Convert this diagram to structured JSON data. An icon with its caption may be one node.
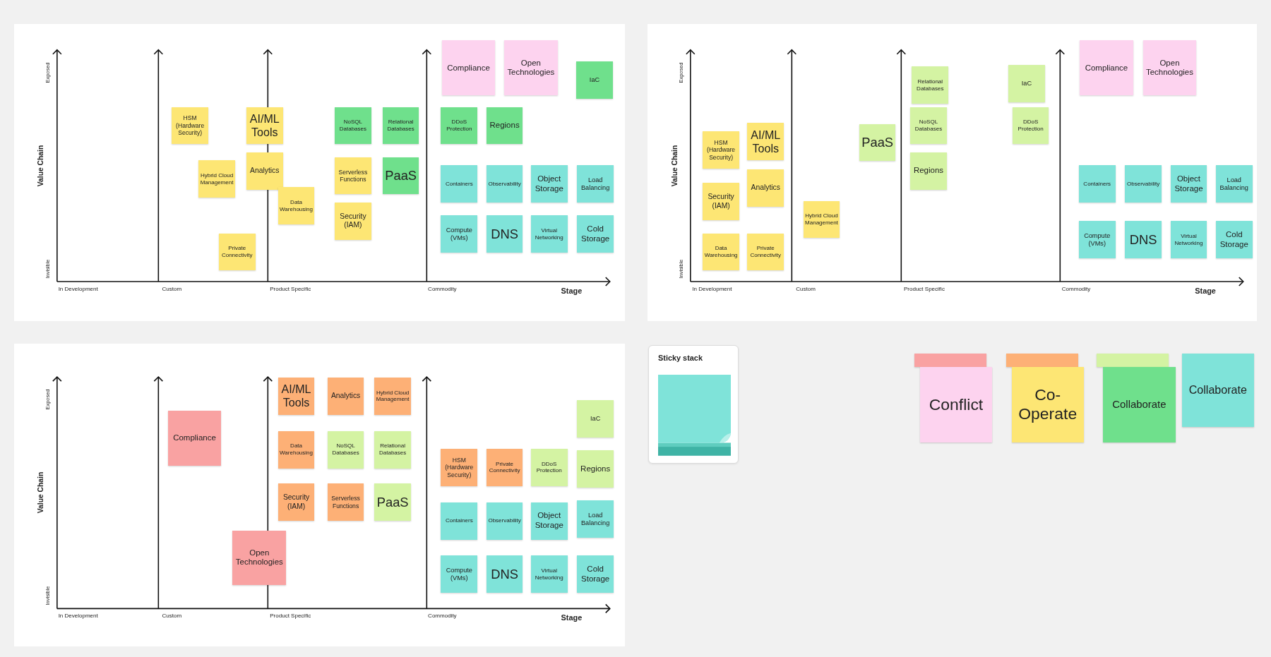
{
  "diagram": {
    "nodes": [
      {
        "text": [],
        "shape": "box"
      },
      {
        "text": [
          "Compliance"
        ],
        "in": 0
      },
      {
        "text": [
          "Open Technologies"
        ],
        "in": 0
      },
      {
        "text": [
          "IaC"
        ],
        "in": 0
      },
      {
        "text": [
          "HSM (Hardware Security)"
        ],
        "in": 0
      },
      {
        "text": [
          "AI/ML Tools"
        ],
        "in": 0
      },
      {
        "text": [
          "NoSQL Databases"
        ],
        "in": 0
      },
      {
        "text": [
          "Relational Databases"
        ],
        "in": 0
      },
      {
        "text": [
          "DDoS Protection"
        ],
        "in": 0
      },
      {
        "text": [
          "Regions"
        ],
        "in": 0
      },
      {
        "text": [
          "Hybrid Cloud Management"
        ],
        "in": 0
      },
      {
        "text": [
          "Analytics"
        ],
        "in": 0
      },
      {
        "text": [
          "Serverless Functions"
        ],
        "in": 0
      },
      {
        "text": [
          "PaaS"
        ],
        "in": 0
      },
      {
        "text": [
          "Containers"
        ],
        "in": 0
      },
      {
        "text": [
          "Observability"
        ],
        "in": 0
      },
      {
        "text": [
          "Object Storage"
        ],
        "in": 0
      },
      {
        "text": [
          "Load Balancing"
        ],
        "in": 0
      },
      {
        "text": [
          "Data Warehousing"
        ],
        "in": 0
      },
      {
        "text": [
          "Security (IAM)"
        ],
        "in": 0
      },
      {
        "text": [
          "Compute (VMs)"
        ],
        "in": 0
      },
      {
        "text": [
          "DNS"
        ],
        "in": 0
      },
      {
        "text": [
          "Virtual Networking"
        ],
        "in": 0
      },
      {
        "text": [
          "Cold Storage"
        ],
        "in": 0
      },
      {
        "text": [
          "Private Connectivity"
        ],
        "in": 0
      },
      {
        "text": [],
        "shape": "box"
      },
      {
        "text": [
          "Compliance"
        ],
        "in": 25
      },
      {
        "text": [
          "Open Technologies"
        ],
        "in": 25
      },
      {
        "text": [
          "IaC"
        ],
        "in": 25
      },
      {
        "text": [
          "Relational Databases"
        ],
        "in": 25
      },
      {
        "text": [
          "NoSQL Databases"
        ],
        "in": 25
      },
      {
        "text": [
          "DDoS Protection"
        ],
        "in": 25
      },
      {
        "text": [
          "AI/ML Tools"
        ],
        "in": 25
      },
      {
        "text": [
          "PaaS"
        ],
        "in": 25
      },
      {
        "text": [
          "HSM (Hardware Security)"
        ],
        "in": 25
      },
      {
        "text": [
          "Regions"
        ],
        "in": 25
      },
      {
        "text": [
          "Containers"
        ],
        "in": 25
      },
      {
        "text": [
          "Observability"
        ],
        "in": 25
      },
      {
        "text": [
          "Object Storage"
        ],
        "in": 25
      },
      {
        "text": [
          "Load Balancing"
        ],
        "in": 25
      },
      {
        "text": [
          "Analytics"
        ],
        "in": 25
      },
      {
        "text": [
          "Security (IAM)"
        ],
        "in": 25
      },
      {
        "text": [
          "Hybrid Cloud Management"
        ],
        "in": 25
      },
      {
        "text": [
          "Compute (VMs)"
        ],
        "in": 25
      },
      {
        "text": [
          "DNS"
        ],
        "in": 25
      },
      {
        "text": [
          "Virtual Networking"
        ],
        "in": 25
      },
      {
        "text": [
          "Cold Storage"
        ],
        "in": 25
      },
      {
        "text": [
          "Data Warehousing"
        ],
        "in": 25
      },
      {
        "text": [
          "Private Connectivity"
        ],
        "in": 25
      },
      {
        "text": [],
        "shape": "box"
      },
      {
        "text": [
          "AI/ML Tools"
        ],
        "in": 49
      },
      {
        "text": [
          "Analytics"
        ],
        "in": 49
      },
      {
        "text": [
          "Hybrid Cloud Management"
        ],
        "in": 49
      },
      {
        "text": [
          "IaC"
        ],
        "in": 49
      },
      {
        "text": [
          "Compliance"
        ],
        "in": 49
      },
      {
        "text": [
          "Data Warehousing"
        ],
        "in": 49
      },
      {
        "text": [
          "NoSQL Databases"
        ],
        "in": 49
      },
      {
        "text": [
          "Relational Databases"
        ],
        "in": 49
      },
      {
        "text": [
          "HSM (Hardware Security)"
        ],
        "in": 49
      },
      {
        "text": [
          "Private Connectivity"
        ],
        "in": 49
      },
      {
        "text": [
          "DDoS Protection"
        ],
        "in": 49
      },
      {
        "text": [
          "Regions"
        ],
        "in": 49
      },
      {
        "text": [
          "Security (IAM)"
        ],
        "in": 49
      },
      {
        "text": [
          "Serverless Functions"
        ],
        "in": 49
      },
      {
        "text": [
          "PaaS"
        ],
        "in": 49
      },
      {
        "text": [
          "Containers"
        ],
        "in": 49
      },
      {
        "text": [
          "Observability"
        ],
        "in": 49
      },
      {
        "text": [
          "Object Storage"
        ],
        "in": 49
      },
      {
        "text": [
          "Load Balancing"
        ],
        "in": 49
      },
      {
        "text": [
          "Open Technologies"
        ],
        "in": 49
      },
      {
        "text": [
          "Compute (VMs)"
        ],
        "in": 49
      },
      {
        "text": [
          "DNS"
        ],
        "in": 49
      },
      {
        "text": [
          "Virtual Networking"
        ],
        "in": 49
      },
      {
        "text": [
          "Cold Storage"
        ],
        "in": 49
      },
      {
        "text": [
          "Sticky stack"
        ]
      },
      {
        "text": [],
        "shape": "box",
        "in": 74
      },
      {
        "text": [],
        "shape": "box"
      },
      {
        "text": [],
        "shape": "box"
      },
      {
        "text": [],
        "shape": "box"
      },
      {
        "text": [
          "Collaborate"
        ]
      },
      {
        "text": [
          "Conflict"
        ]
      },
      {
        "text": [
          "Co-Operate"
        ]
      },
      {
        "text": [
          "Collaborate"
        ]
      }
    ],
    "labels": [
      "Exposed",
      "Value Chain",
      "Invisible",
      "In Development",
      "Custom",
      "Product Specific",
      "Commodity",
      "Stage",
      "Exposed",
      "Value Chain",
      "Invisible",
      "In Development",
      "Custom",
      "Product Specific",
      "Commodity",
      "Stage",
      "Exposed",
      "Value Chain",
      "Invisible",
      "In Development",
      "Custom",
      "Product Specific",
      "Commodity",
      "Stage"
    ]
  }
}
